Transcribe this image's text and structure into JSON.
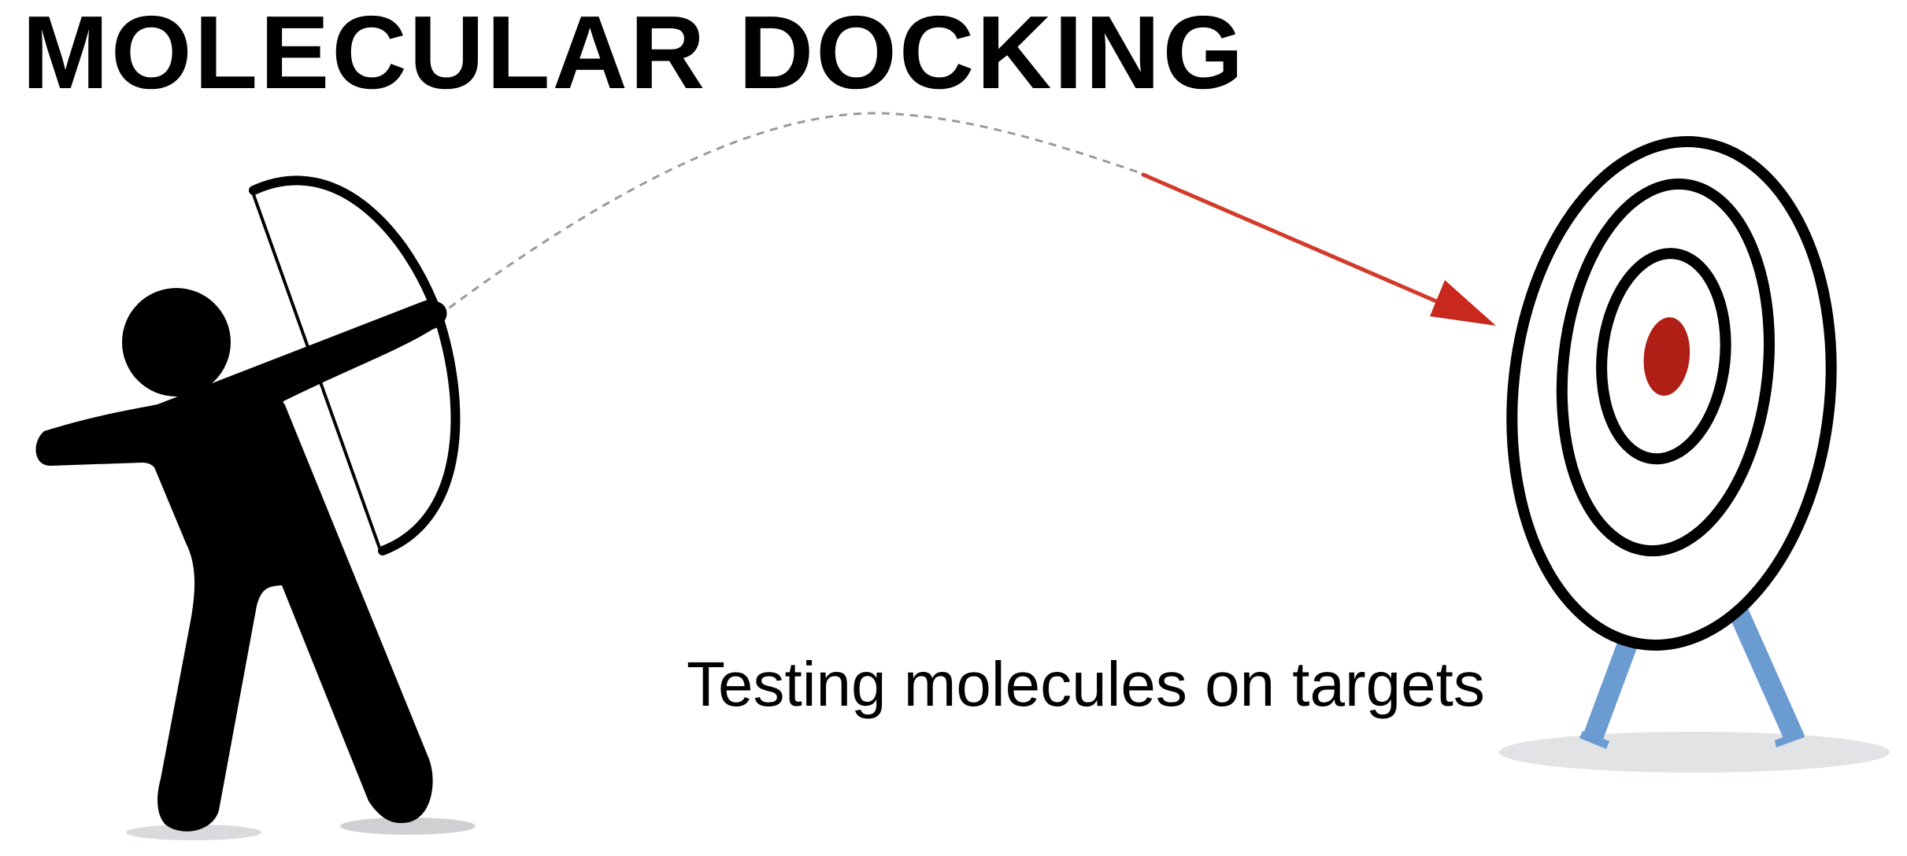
{
  "diagram": {
    "title": "MOLECULAR DOCKING",
    "caption": "Testing molecules on targets",
    "colors": {
      "figure": "#000000",
      "arrow": "#d23a2a",
      "target_center": "#b01f16",
      "stand": "#6a9bd1",
      "shadow": "#d9dadb",
      "trajectory": "#9a9a9a"
    },
    "icons": [
      "archer-figure",
      "bow-icon",
      "arrow-icon",
      "target-icon"
    ]
  }
}
